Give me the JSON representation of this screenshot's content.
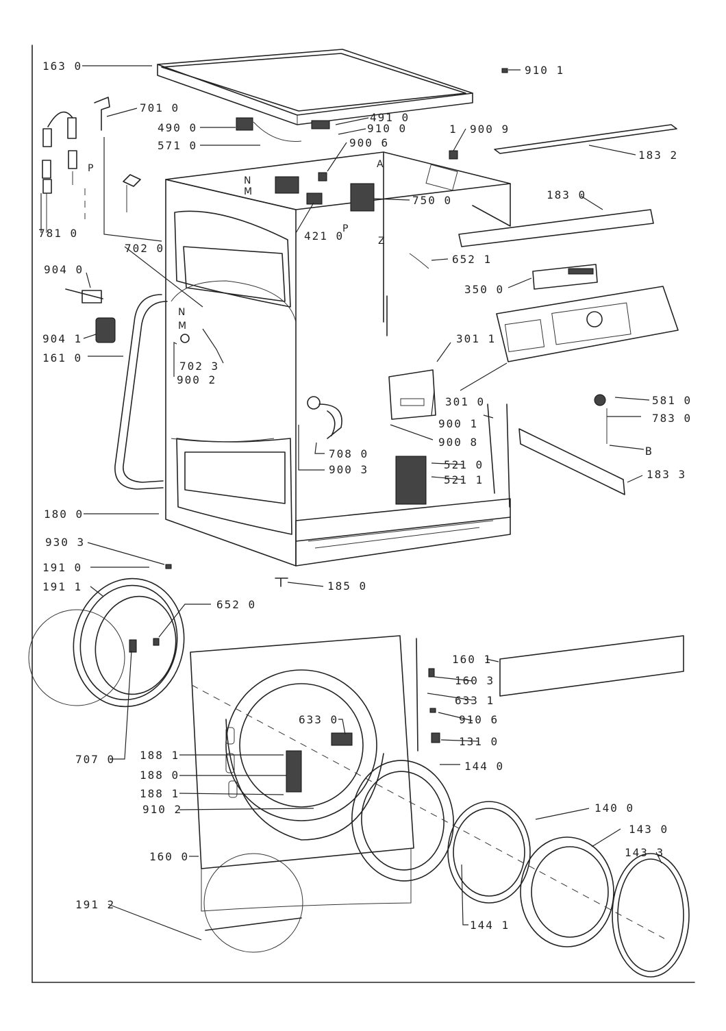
{
  "callouts": [
    {
      "id": "c1630",
      "text": "163  0"
    },
    {
      "id": "c9101",
      "text": "910  1"
    },
    {
      "id": "c7010",
      "text": "701  0"
    },
    {
      "id": "c4910",
      "text": "491  0"
    },
    {
      "id": "c4900",
      "text": "490  0"
    },
    {
      "id": "c9100",
      "text": "910  0"
    },
    {
      "id": "c9009",
      "text": "900  9"
    },
    {
      "id": "c1",
      "text": "1"
    },
    {
      "id": "c5710",
      "text": "571  0"
    },
    {
      "id": "c9006",
      "text": "900  6"
    },
    {
      "id": "c1832",
      "text": "183  2"
    },
    {
      "id": "c7500",
      "text": "750  0"
    },
    {
      "id": "c1830",
      "text": "183  0"
    },
    {
      "id": "c7810",
      "text": "781  0"
    },
    {
      "id": "c4210",
      "text": "421  0"
    },
    {
      "id": "c7020",
      "text": "702  0"
    },
    {
      "id": "c6521",
      "text": "652  1"
    },
    {
      "id": "c9040",
      "text": "904  0"
    },
    {
      "id": "c3500",
      "text": "350  0"
    },
    {
      "id": "c9041",
      "text": "904  1"
    },
    {
      "id": "c3011",
      "text": "301  1"
    },
    {
      "id": "c1610",
      "text": "161  0"
    },
    {
      "id": "c7023",
      "text": "702  3"
    },
    {
      "id": "c9002",
      "text": "900  2"
    },
    {
      "id": "c3010",
      "text": "301  0"
    },
    {
      "id": "c5810",
      "text": "581  0"
    },
    {
      "id": "c9001",
      "text": "900  1"
    },
    {
      "id": "c7830",
      "text": "783  0"
    },
    {
      "id": "c9008",
      "text": "900  8"
    },
    {
      "id": "c7080",
      "text": "708  0"
    },
    {
      "id": "cB",
      "text": "B"
    },
    {
      "id": "c5210",
      "text": "521  0"
    },
    {
      "id": "c9003",
      "text": "900  3"
    },
    {
      "id": "c5211",
      "text": "521  1"
    },
    {
      "id": "c1833",
      "text": "183  3"
    },
    {
      "id": "c1800",
      "text": "180  0"
    },
    {
      "id": "c9303",
      "text": "930  3"
    },
    {
      "id": "c1910",
      "text": "191  0"
    },
    {
      "id": "c1850",
      "text": "185  0"
    },
    {
      "id": "c1911",
      "text": "191  1"
    },
    {
      "id": "c6520",
      "text": "652  0"
    },
    {
      "id": "c1601",
      "text": "160  1"
    },
    {
      "id": "c1603",
      "text": "160  3"
    },
    {
      "id": "c6331",
      "text": "633  1"
    },
    {
      "id": "c6330",
      "text": "633  0"
    },
    {
      "id": "c9106",
      "text": "910  6"
    },
    {
      "id": "c1310",
      "text": "131  0"
    },
    {
      "id": "c7070",
      "text": "707  0"
    },
    {
      "id": "c1881a",
      "text": "188  1"
    },
    {
      "id": "c1440",
      "text": "144  0"
    },
    {
      "id": "c1880",
      "text": "188  0"
    },
    {
      "id": "c1881b",
      "text": "188  1"
    },
    {
      "id": "c9102",
      "text": "910  2"
    },
    {
      "id": "c1400",
      "text": "140  0"
    },
    {
      "id": "c1430",
      "text": "143  0"
    },
    {
      "id": "c1600",
      "text": "160  0"
    },
    {
      "id": "c1433",
      "text": "143  3"
    },
    {
      "id": "c1912",
      "text": "191  2"
    },
    {
      "id": "c1441",
      "text": "144  1"
    }
  ],
  "wire_letters": {
    "N_top": "N",
    "M_top": "M",
    "P_left": "P",
    "A": "A",
    "P_mid": "P",
    "Z": "Z",
    "N_mid": "N",
    "M_mid": "M"
  }
}
